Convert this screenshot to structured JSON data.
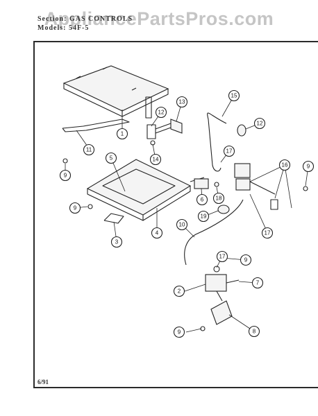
{
  "watermark": "AppliancePartsPros.com",
  "header": {
    "section": "Section: GAS CONTROLS",
    "models": "Models: 54F-5"
  },
  "footer": {
    "date": "6/91"
  },
  "callouts": [
    {
      "id": "c1",
      "label": "1"
    },
    {
      "id": "c2",
      "label": "2"
    },
    {
      "id": "c3",
      "label": "3"
    },
    {
      "id": "c4",
      "label": "4"
    },
    {
      "id": "c5",
      "label": "5"
    },
    {
      "id": "c6",
      "label": "6"
    },
    {
      "id": "c7",
      "label": "7"
    },
    {
      "id": "c8",
      "label": "8"
    },
    {
      "id": "c9a",
      "label": "9"
    },
    {
      "id": "c9b",
      "label": "9"
    },
    {
      "id": "c9c",
      "label": "9"
    },
    {
      "id": "c9d",
      "label": "9"
    },
    {
      "id": "c9e",
      "label": "9"
    },
    {
      "id": "c10",
      "label": "10"
    },
    {
      "id": "c11",
      "label": "11"
    },
    {
      "id": "c12a",
      "label": "12"
    },
    {
      "id": "c12b",
      "label": "12"
    },
    {
      "id": "c13",
      "label": "13"
    },
    {
      "id": "c14",
      "label": "14"
    },
    {
      "id": "c15",
      "label": "15"
    },
    {
      "id": "c16",
      "label": "16"
    },
    {
      "id": "c17a",
      "label": "17"
    },
    {
      "id": "c17b",
      "label": "17"
    },
    {
      "id": "c17c",
      "label": "17"
    },
    {
      "id": "c18",
      "label": "18"
    },
    {
      "id": "c19",
      "label": "19"
    }
  ]
}
